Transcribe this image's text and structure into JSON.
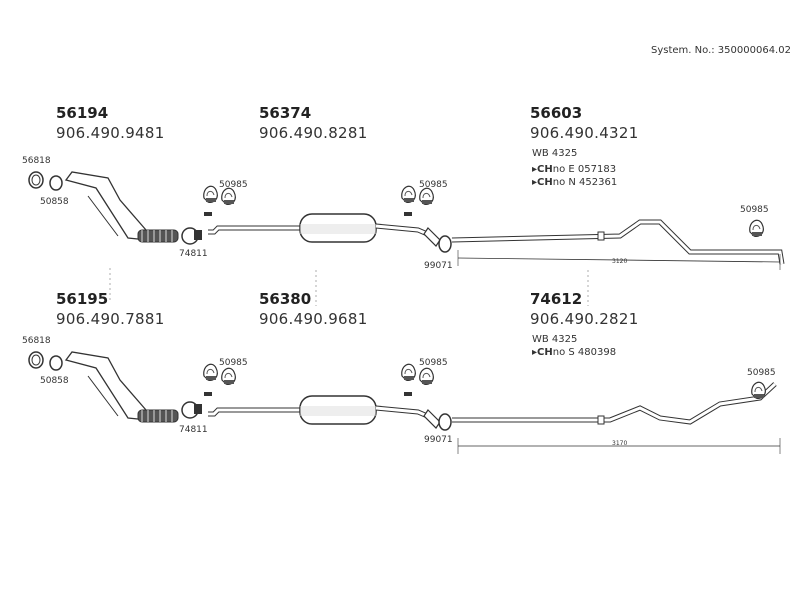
{
  "system_no": "System. No.: 350000064.02",
  "groups": [
    {
      "part": "56194",
      "oem": "906.490.9481"
    },
    {
      "part": "56374",
      "oem": "906.490.8281"
    },
    {
      "part": "56603",
      "oem": "906.490.4321",
      "wb": "WB 4325",
      "ch": [
        {
          "tag": "CH",
          "text": "no E 057183"
        },
        {
          "tag": "CH",
          "text": "no N 452361"
        }
      ]
    },
    {
      "part": "56195",
      "oem": "906.490.7881"
    },
    {
      "part": "56380",
      "oem": "906.490.9681"
    },
    {
      "part": "74612",
      "oem": "906.490.2821",
      "wb": "WB 4325",
      "ch": [
        {
          "tag": "CH",
          "text": "no S 480398"
        }
      ]
    }
  ],
  "callouts": {
    "c56818": "56818",
    "c50858": "50858",
    "c50985": "50985",
    "c74811": "74811",
    "c99071": "99071"
  },
  "dimensions": {
    "top": "3120",
    "bottom": "3170"
  },
  "colors": {
    "stroke": "#333333",
    "fill": "#ffffff",
    "shade": "#888888"
  }
}
